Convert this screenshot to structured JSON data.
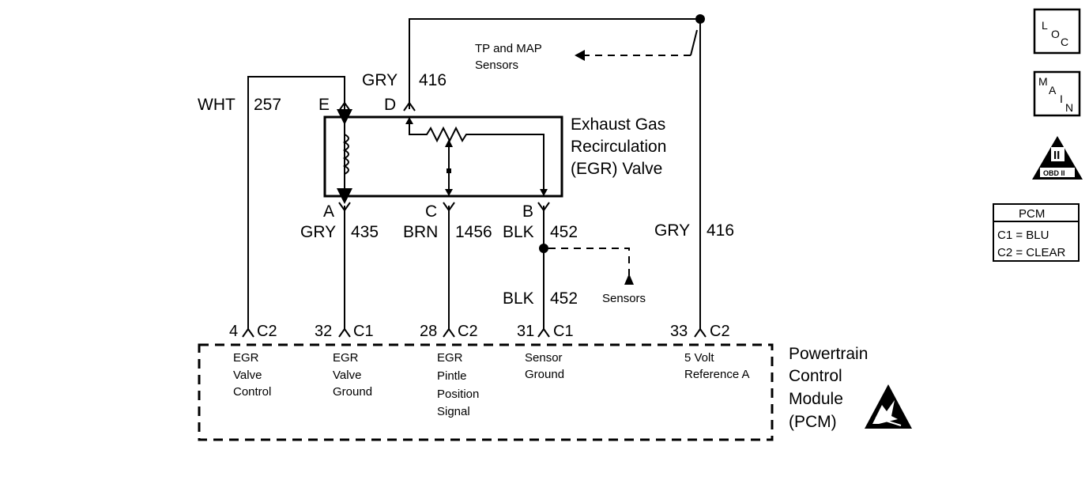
{
  "component": {
    "name_lines": [
      "Exhaust Gas",
      "Recirculation",
      "(EGR) Valve"
    ]
  },
  "pcm": {
    "name_lines": [
      "Powertrain",
      "Control",
      "Module",
      "(PCM)"
    ]
  },
  "wires": {
    "wht_257": {
      "color": "WHT",
      "circuit": "257"
    },
    "gry_416_top": {
      "color": "GRY",
      "circuit": "416"
    },
    "gry_435": {
      "color": "GRY",
      "circuit": "435"
    },
    "brn_1456": {
      "color": "BRN",
      "circuit": "1456"
    },
    "blk_452_upper": {
      "color": "BLK",
      "circuit": "452"
    },
    "blk_452_lower": {
      "color": "BLK",
      "circuit": "452"
    },
    "gry_416_right": {
      "color": "GRY",
      "circuit": "416"
    }
  },
  "valve_pins": {
    "E": "E",
    "D": "D",
    "A": "A",
    "C": "C",
    "B": "B"
  },
  "pcm_pins": [
    {
      "number": "4",
      "connector": "C2",
      "desc": [
        "EGR",
        "Valve",
        "Control"
      ]
    },
    {
      "number": "32",
      "connector": "C1",
      "desc": [
        "EGR",
        "Valve",
        "Ground"
      ]
    },
    {
      "number": "28",
      "connector": "C2",
      "desc": [
        "EGR",
        "Pintle",
        "Position",
        "Signal"
      ]
    },
    {
      "number": "31",
      "connector": "C1",
      "desc": [
        "Sensor",
        "Ground"
      ]
    },
    {
      "number": "33",
      "connector": "C2",
      "desc": [
        "5 Volt",
        "Reference A"
      ]
    }
  ],
  "references": {
    "tp_map": [
      "TP and MAP",
      "Sensors"
    ],
    "sensors": "Sensors"
  },
  "side_icons": {
    "loc": {
      "l1": "L",
      "l2": "O",
      "l3": "C"
    },
    "main": {
      "l1": "M",
      "l2": "A",
      "l3": "I",
      "l4": "N"
    },
    "obd": {
      "numeral": "II",
      "label": "OBD II"
    }
  },
  "pcm_legend": {
    "title": "PCM",
    "rows": [
      "C1 = BLU",
      "C2 = CLEAR"
    ]
  }
}
